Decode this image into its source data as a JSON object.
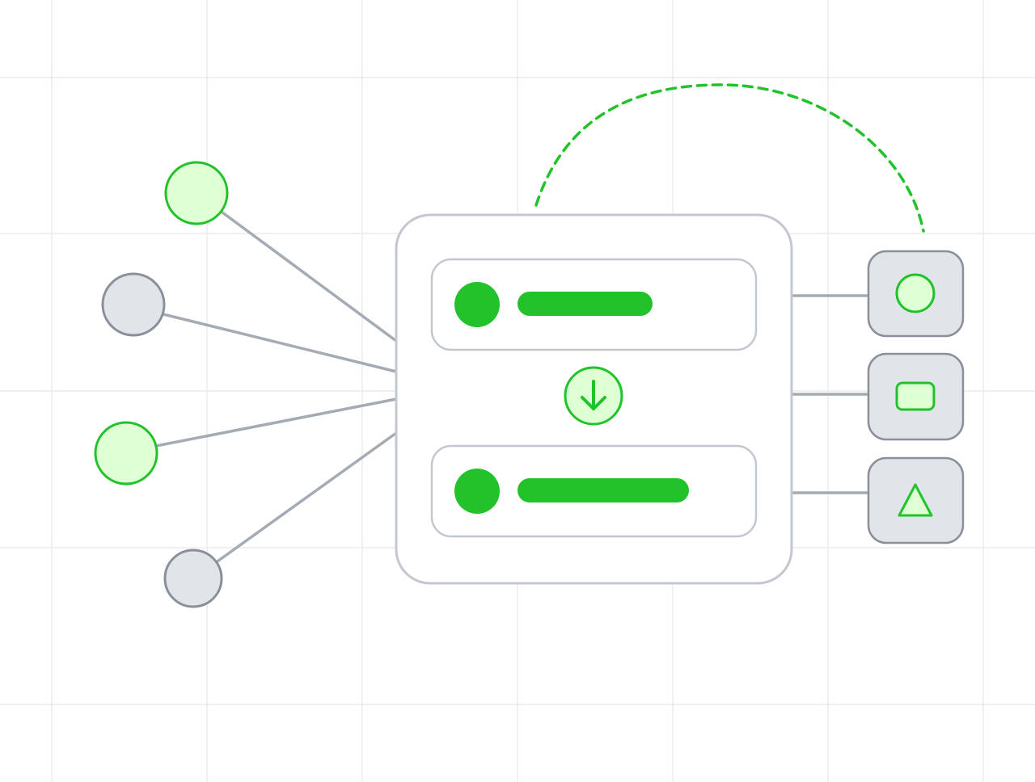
{
  "colors": {
    "background": "#ffffff",
    "grid": "#ececee",
    "connector": "#a4abb4",
    "green": "#22c22a",
    "green_fill": "#dfffd4",
    "gray_stroke": "#8a9099",
    "gray_fill": "#e1e5ea",
    "card_stroke": "#c2c7d0",
    "card_fill": "#ffffff"
  },
  "diagram": {
    "input_nodes": [
      {
        "id": "input-node-1",
        "state": "active"
      },
      {
        "id": "input-node-2",
        "state": "inactive"
      },
      {
        "id": "input-node-3",
        "state": "active"
      },
      {
        "id": "input-node-4",
        "state": "inactive"
      }
    ],
    "process_rows": [
      {
        "id": "process-row-1"
      },
      {
        "id": "process-row-2"
      }
    ],
    "step_icon": "arrow-down-icon",
    "output_nodes": [
      {
        "id": "output-node-circle",
        "icon": "circle-icon"
      },
      {
        "id": "output-node-rectangle",
        "icon": "rectangle-icon"
      },
      {
        "id": "output-node-triangle",
        "icon": "triangle-icon"
      }
    ],
    "feedback_loop": {
      "style": "dashed",
      "color": "#22c22a"
    }
  }
}
